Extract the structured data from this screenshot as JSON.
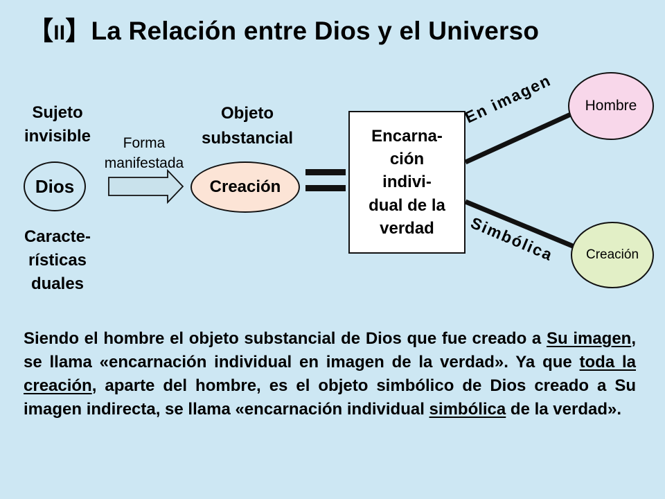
{
  "title": {
    "bracket_left": "【",
    "roman": "II",
    "bracket_right": "】",
    "text": "La Relación entre Dios y el Universo"
  },
  "left": {
    "subject_line1": "Sujeto",
    "subject_line2": "invisible",
    "node": "Dios",
    "char_line1": "Caracte-",
    "char_line2": "rísticas",
    "char_line3": "duales"
  },
  "arrow_label": {
    "line1": "Forma",
    "line2": "manifestada"
  },
  "middle": {
    "object_line1": "Objeto",
    "object_line2": "substancial",
    "node": "Creación"
  },
  "box": {
    "line1": "Encarna-",
    "line2": "ción",
    "line3": "indivi-",
    "line4": "dual de la",
    "line5": "verdad"
  },
  "branches": {
    "upper_label": "En imagen",
    "lower_label": "Simbólica",
    "upper_node": "Hombre",
    "lower_node": "Creación"
  },
  "paragraph": {
    "p1": "Siendo el hombre el objeto substancial de Dios que fue creado a ",
    "u1": "Su imagen",
    "p2": ", se llama «encarnación individual en imagen de la verdad». Ya que ",
    "u2": "toda la creación",
    "p3": ", aparte del hombre, es el objeto simbólico de Dios creado a Su imagen indirecta, se llama «encarnación individual ",
    "u3": "simbólica",
    "p4": " de la verdad»."
  },
  "colors": {
    "background": "#cde7f3",
    "dios_fill": "#cde7f3",
    "creacion_fill": "#fce4d6",
    "hombre_fill": "#f8d7ea",
    "creacion2_fill": "#e2efc6",
    "arrow_fill": "#c9e2ec"
  }
}
